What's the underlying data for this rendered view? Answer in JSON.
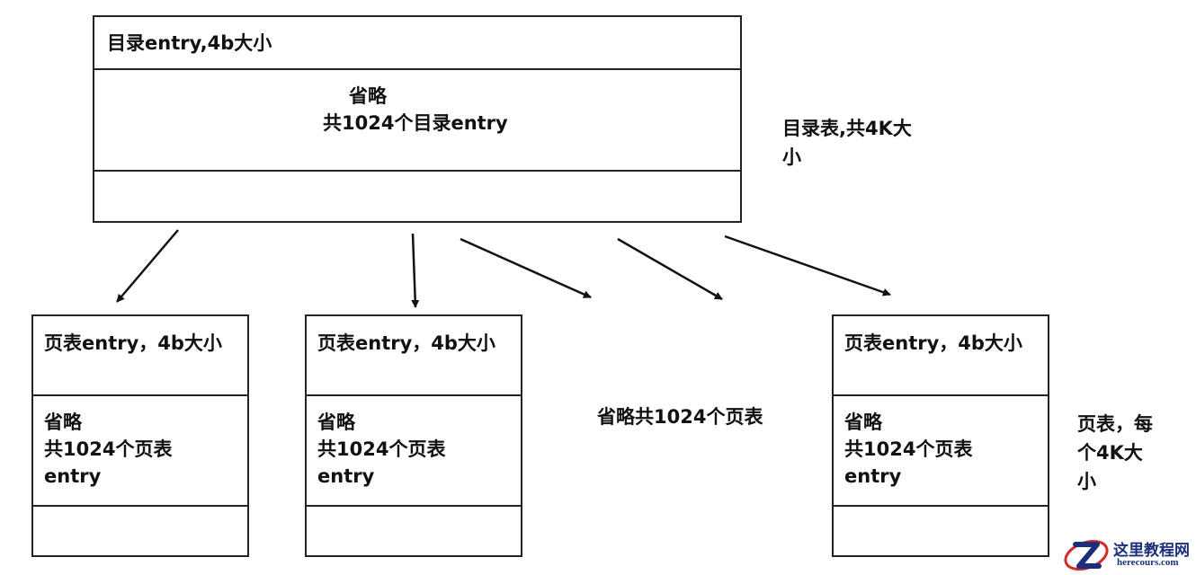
{
  "directory_table": {
    "entry_label": "目录entry,4b大小",
    "omitted_line1": "省略",
    "omitted_line2": "共1024个目录entry",
    "side_label_line1": "目录表,共4K大",
    "side_label_line2": "小"
  },
  "page_tables": [
    {
      "entry_label": "页表entry，4b大小",
      "omitted_line1": "省略",
      "omitted_line2": "共1024个页表",
      "omitted_line3": "entry"
    },
    {
      "entry_label": "页表entry，4b大小",
      "omitted_line1": "省略",
      "omitted_line2": "共1024个页表",
      "omitted_line3": "entry"
    },
    {
      "entry_label": "页表entry，4b大小",
      "omitted_line1": "省略",
      "omitted_line2": "共1024个页表",
      "omitted_line3": "entry"
    }
  ],
  "middle_label": "省略共1024个页表",
  "page_table_side_label": {
    "line1": "页表，每",
    "line2": "个4K大",
    "line3": "小"
  },
  "watermark": {
    "name_cn": "这里教程网",
    "domain": "herecours.com",
    "colors": {
      "primary": "#1c2f7a",
      "accent": "#d42a2a"
    }
  },
  "icons": [
    "arrow-icon",
    "logo-icon"
  ]
}
